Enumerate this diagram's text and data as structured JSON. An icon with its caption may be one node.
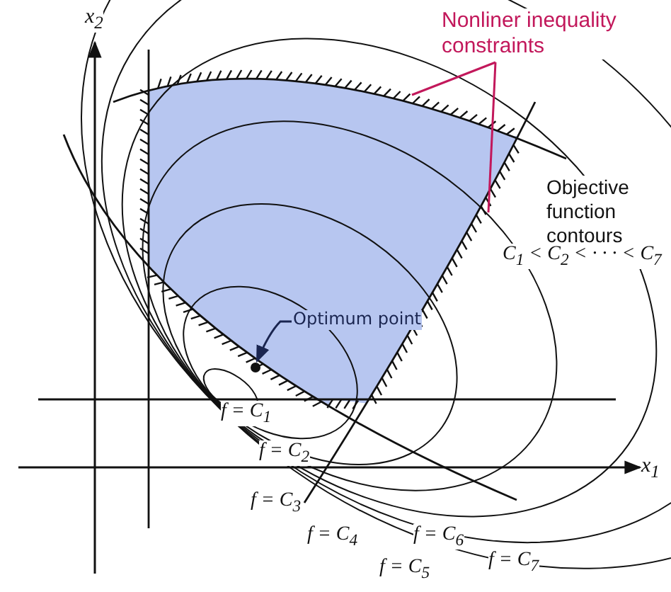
{
  "diagram": {
    "nodes": [
      {
        "text": [
          "Nonliner inequality constraints"
        ]
      },
      {
        "text": [
          "Optimum point"
        ]
      },
      {
        "text": [],
        "shape": "circle"
      }
    ],
    "edges": [
      {
        "from": 0,
        "to": null,
        "arrow": "none",
        "color": "#c2185b"
      },
      {
        "from": 0,
        "to": null,
        "arrow": "none",
        "color": "#c2185b"
      },
      {
        "from": 1,
        "to": 2,
        "arrow": "to",
        "color": "#1a2550"
      }
    ],
    "labels": [
      "x$_{2}$",
      "Objective function contours",
      "C$_{1}$ < C$_{2}$ < · · · < C$_{7}$",
      "f = C$_{1}$",
      "f = C$_{2}$",
      "f = C$_{3}$",
      "f = C$_{4}$",
      "f = C$_{6}$",
      "f = C$_{5}$",
      "f = C$_{7}$",
      "x$_{1}$"
    ]
  }
}
